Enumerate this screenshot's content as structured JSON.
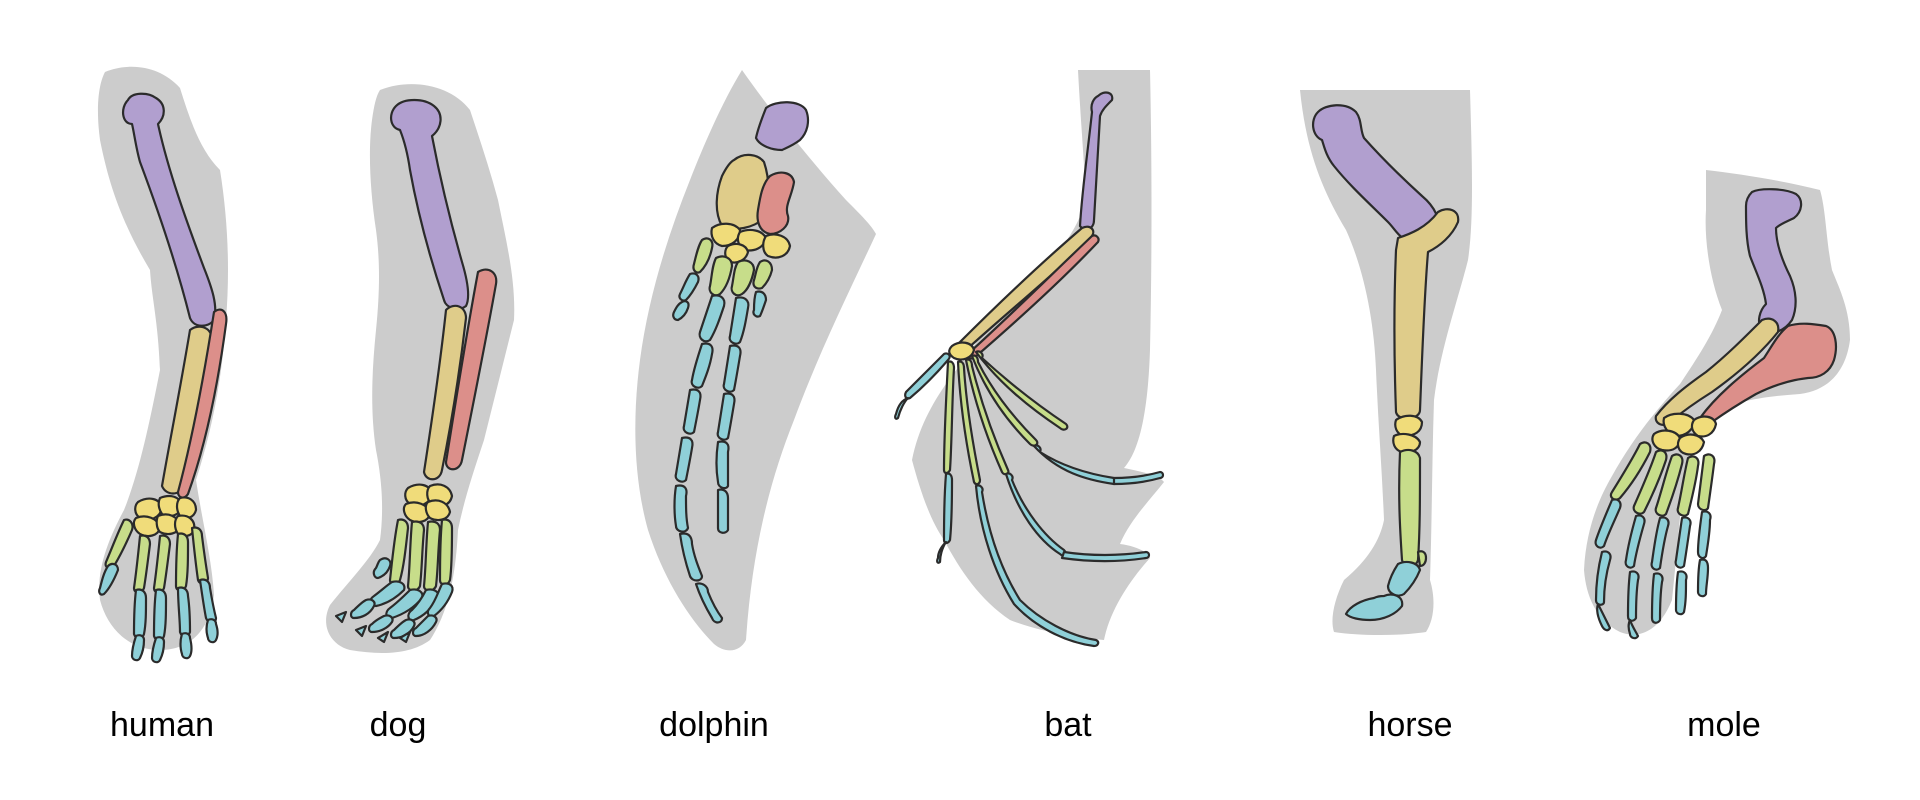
{
  "colors": {
    "silhouette": "#cccccc",
    "humerus": "#b19fcf",
    "radius": "#dfcc8a",
    "ulna": "#dc8f8a",
    "carpals": "#f0dc7a",
    "metacarpals": "#c7dd8a",
    "phalanges": "#8fd0d8",
    "outline": "#2b2b2b",
    "label": "#000000"
  },
  "limbs": [
    {
      "id": "human",
      "label": "human"
    },
    {
      "id": "dog",
      "label": "dog"
    },
    {
      "id": "dolphin",
      "label": "dolphin"
    },
    {
      "id": "bat",
      "label": "bat"
    },
    {
      "id": "horse",
      "label": "horse"
    },
    {
      "id": "mole",
      "label": "mole"
    }
  ]
}
